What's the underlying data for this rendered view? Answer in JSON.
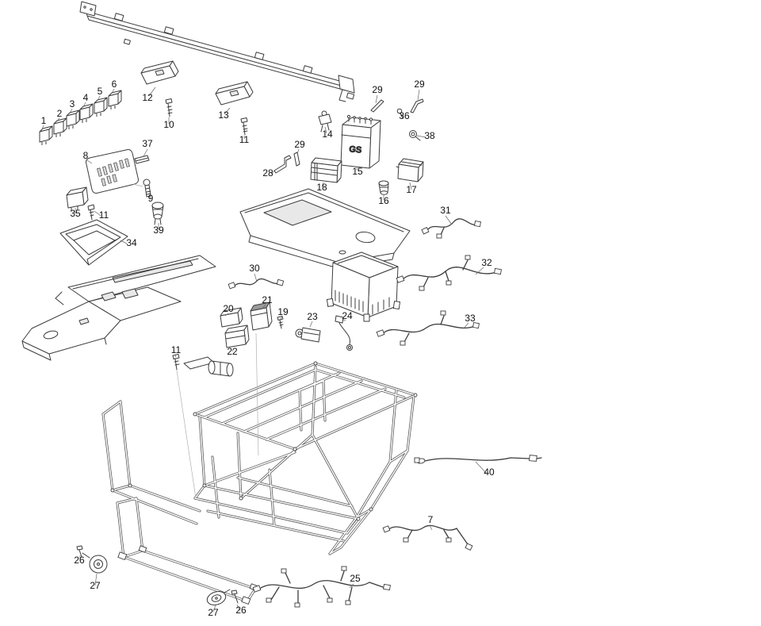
{
  "diagram": {
    "kind": "exploded-parts-diagram",
    "battery_label": "GS",
    "labels": [
      "1",
      "2",
      "3",
      "4",
      "5",
      "6",
      "12",
      "10",
      "13",
      "11",
      "14",
      "29",
      "29",
      "36",
      "38",
      "15",
      "17",
      "16",
      "18",
      "28",
      "29",
      "8",
      "37",
      "9",
      "35",
      "11",
      "39",
      "34",
      "31",
      "32",
      "30",
      "33",
      "20",
      "21",
      "19",
      "23",
      "24",
      "22",
      "11",
      "40",
      "7",
      "26",
      "27",
      "25",
      "27",
      "26"
    ]
  }
}
